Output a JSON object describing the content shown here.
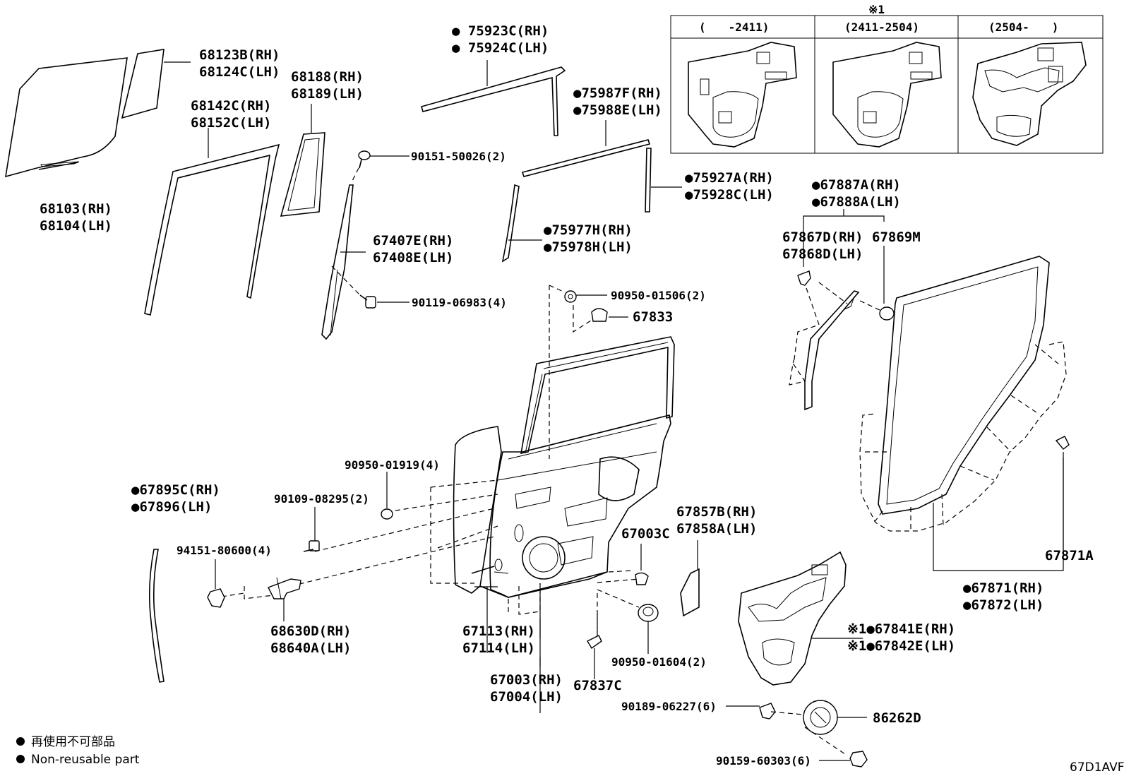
{
  "labels": {
    "p68123": [
      "68123B(RH)",
      "68124C(LH)"
    ],
    "p68103": [
      "68103(RH)",
      "68104(LH)"
    ],
    "p68142": [
      "68142C(RH)",
      "68152C(LH)"
    ],
    "p68188": [
      "68188(RH)",
      "68189(LH)"
    ],
    "p75923": [
      "● 75923C(RH)",
      "● 75924C(LH)"
    ],
    "p90151": "90151-50026(2)",
    "p75987": [
      "●75987F(RH)",
      "●75988E(LH)"
    ],
    "p75927": [
      "●75927A(RH)",
      "●75928C(LH)"
    ],
    "p75977": [
      "●75977H(RH)",
      "●75978H(LH)"
    ],
    "p67407": [
      "67407E(RH)",
      "67408E(LH)"
    ],
    "p90119": "90119-06983(4)",
    "p90950a": "90950-01506(2)",
    "p67833": "67833",
    "p67887": [
      "●67887A(RH)",
      "●67888A(LH)"
    ],
    "p67867": [
      "67867D(RH)",
      "67868D(LH)"
    ],
    "p67869": "67869M",
    "p90950b": "90950-01919(4)",
    "p90109": "90109-08295(2)",
    "p67895": [
      "●67895C(RH)",
      "●67896(LH)"
    ],
    "p94151": "94151-80600(4)",
    "p68630": [
      "68630D(RH)",
      "68640A(LH)"
    ],
    "p67003c": "67003C",
    "p67857": [
      "67857B(RH)",
      "67858A(LH)"
    ],
    "p67113": [
      "67113(RH)",
      "67114(LH)"
    ],
    "p67003": [
      "67003(RH)",
      "67004(LH)"
    ],
    "p67837": "67837C",
    "p90950c": "90950-01604(2)",
    "p67871a": "67871A",
    "p67871": [
      "●67871(RH)",
      "●67872(LH)"
    ],
    "p67841": [
      "※1●67841E(RH)",
      "※1●67842E(LH)"
    ],
    "p90189": "90189-06227(6)",
    "p86262": "86262D",
    "p90159": "90159-60303(6)"
  },
  "inset": {
    "title": "※1",
    "cols": [
      "(　　-2411)",
      "(2411-2504)",
      "(2504-　　)"
    ]
  },
  "legend": {
    "jp": "再使用不可部品",
    "en": "Non-reusable part"
  },
  "code": "67D1AVF"
}
